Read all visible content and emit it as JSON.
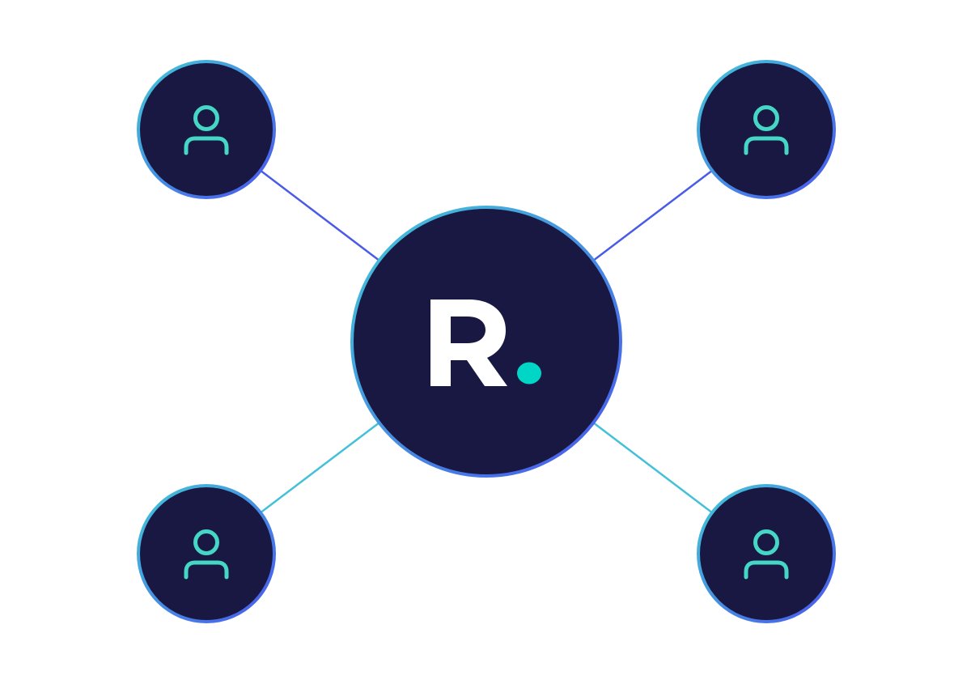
{
  "diagram": {
    "type": "hub-and-spoke network",
    "hub": {
      "logo_text": "R.",
      "icon": "brand-logo"
    },
    "nodes": [
      {
        "id": "top-left",
        "icon": "user-icon"
      },
      {
        "id": "top-right",
        "icon": "user-icon"
      },
      {
        "id": "bottom-left",
        "icon": "user-icon"
      },
      {
        "id": "bottom-right",
        "icon": "user-icon"
      }
    ],
    "colors": {
      "background": "#ffffff",
      "circle_fill": "#181842",
      "border_start": "#42c9d6",
      "border_end": "#4a55ee",
      "upper_connector": "#4a5be8",
      "lower_connector": "#44c0d8",
      "icon": "#45d6c6",
      "logo_letter": "#ffffff",
      "logo_dot": "#00d6c6"
    }
  }
}
